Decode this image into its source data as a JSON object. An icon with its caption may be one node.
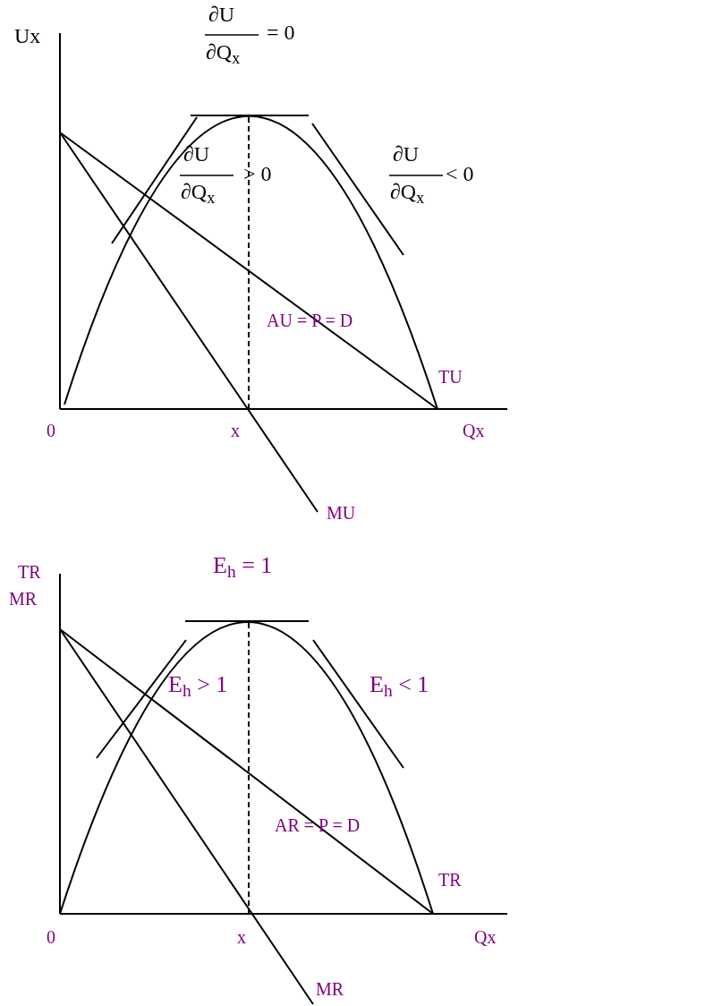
{
  "diagram": {
    "labels": [
      "Ux",
      "∂U",
      "∂Q$_{x}$",
      "= 0",
      "∂U",
      "∂Q$_{x}$",
      "> 0",
      "∂U",
      "∂Q$_{x}$",
      "< 0",
      "AU = P = D",
      "TU",
      "0",
      "x",
      "Qx",
      "MU",
      "TR",
      "MR",
      "E$_{h}$ = 1",
      "E$_{h}$ > 1",
      "E$_{h}$ < 1",
      "AR = P = D",
      "TR",
      "0",
      "x",
      "Qx",
      "MR"
    ]
  }
}
